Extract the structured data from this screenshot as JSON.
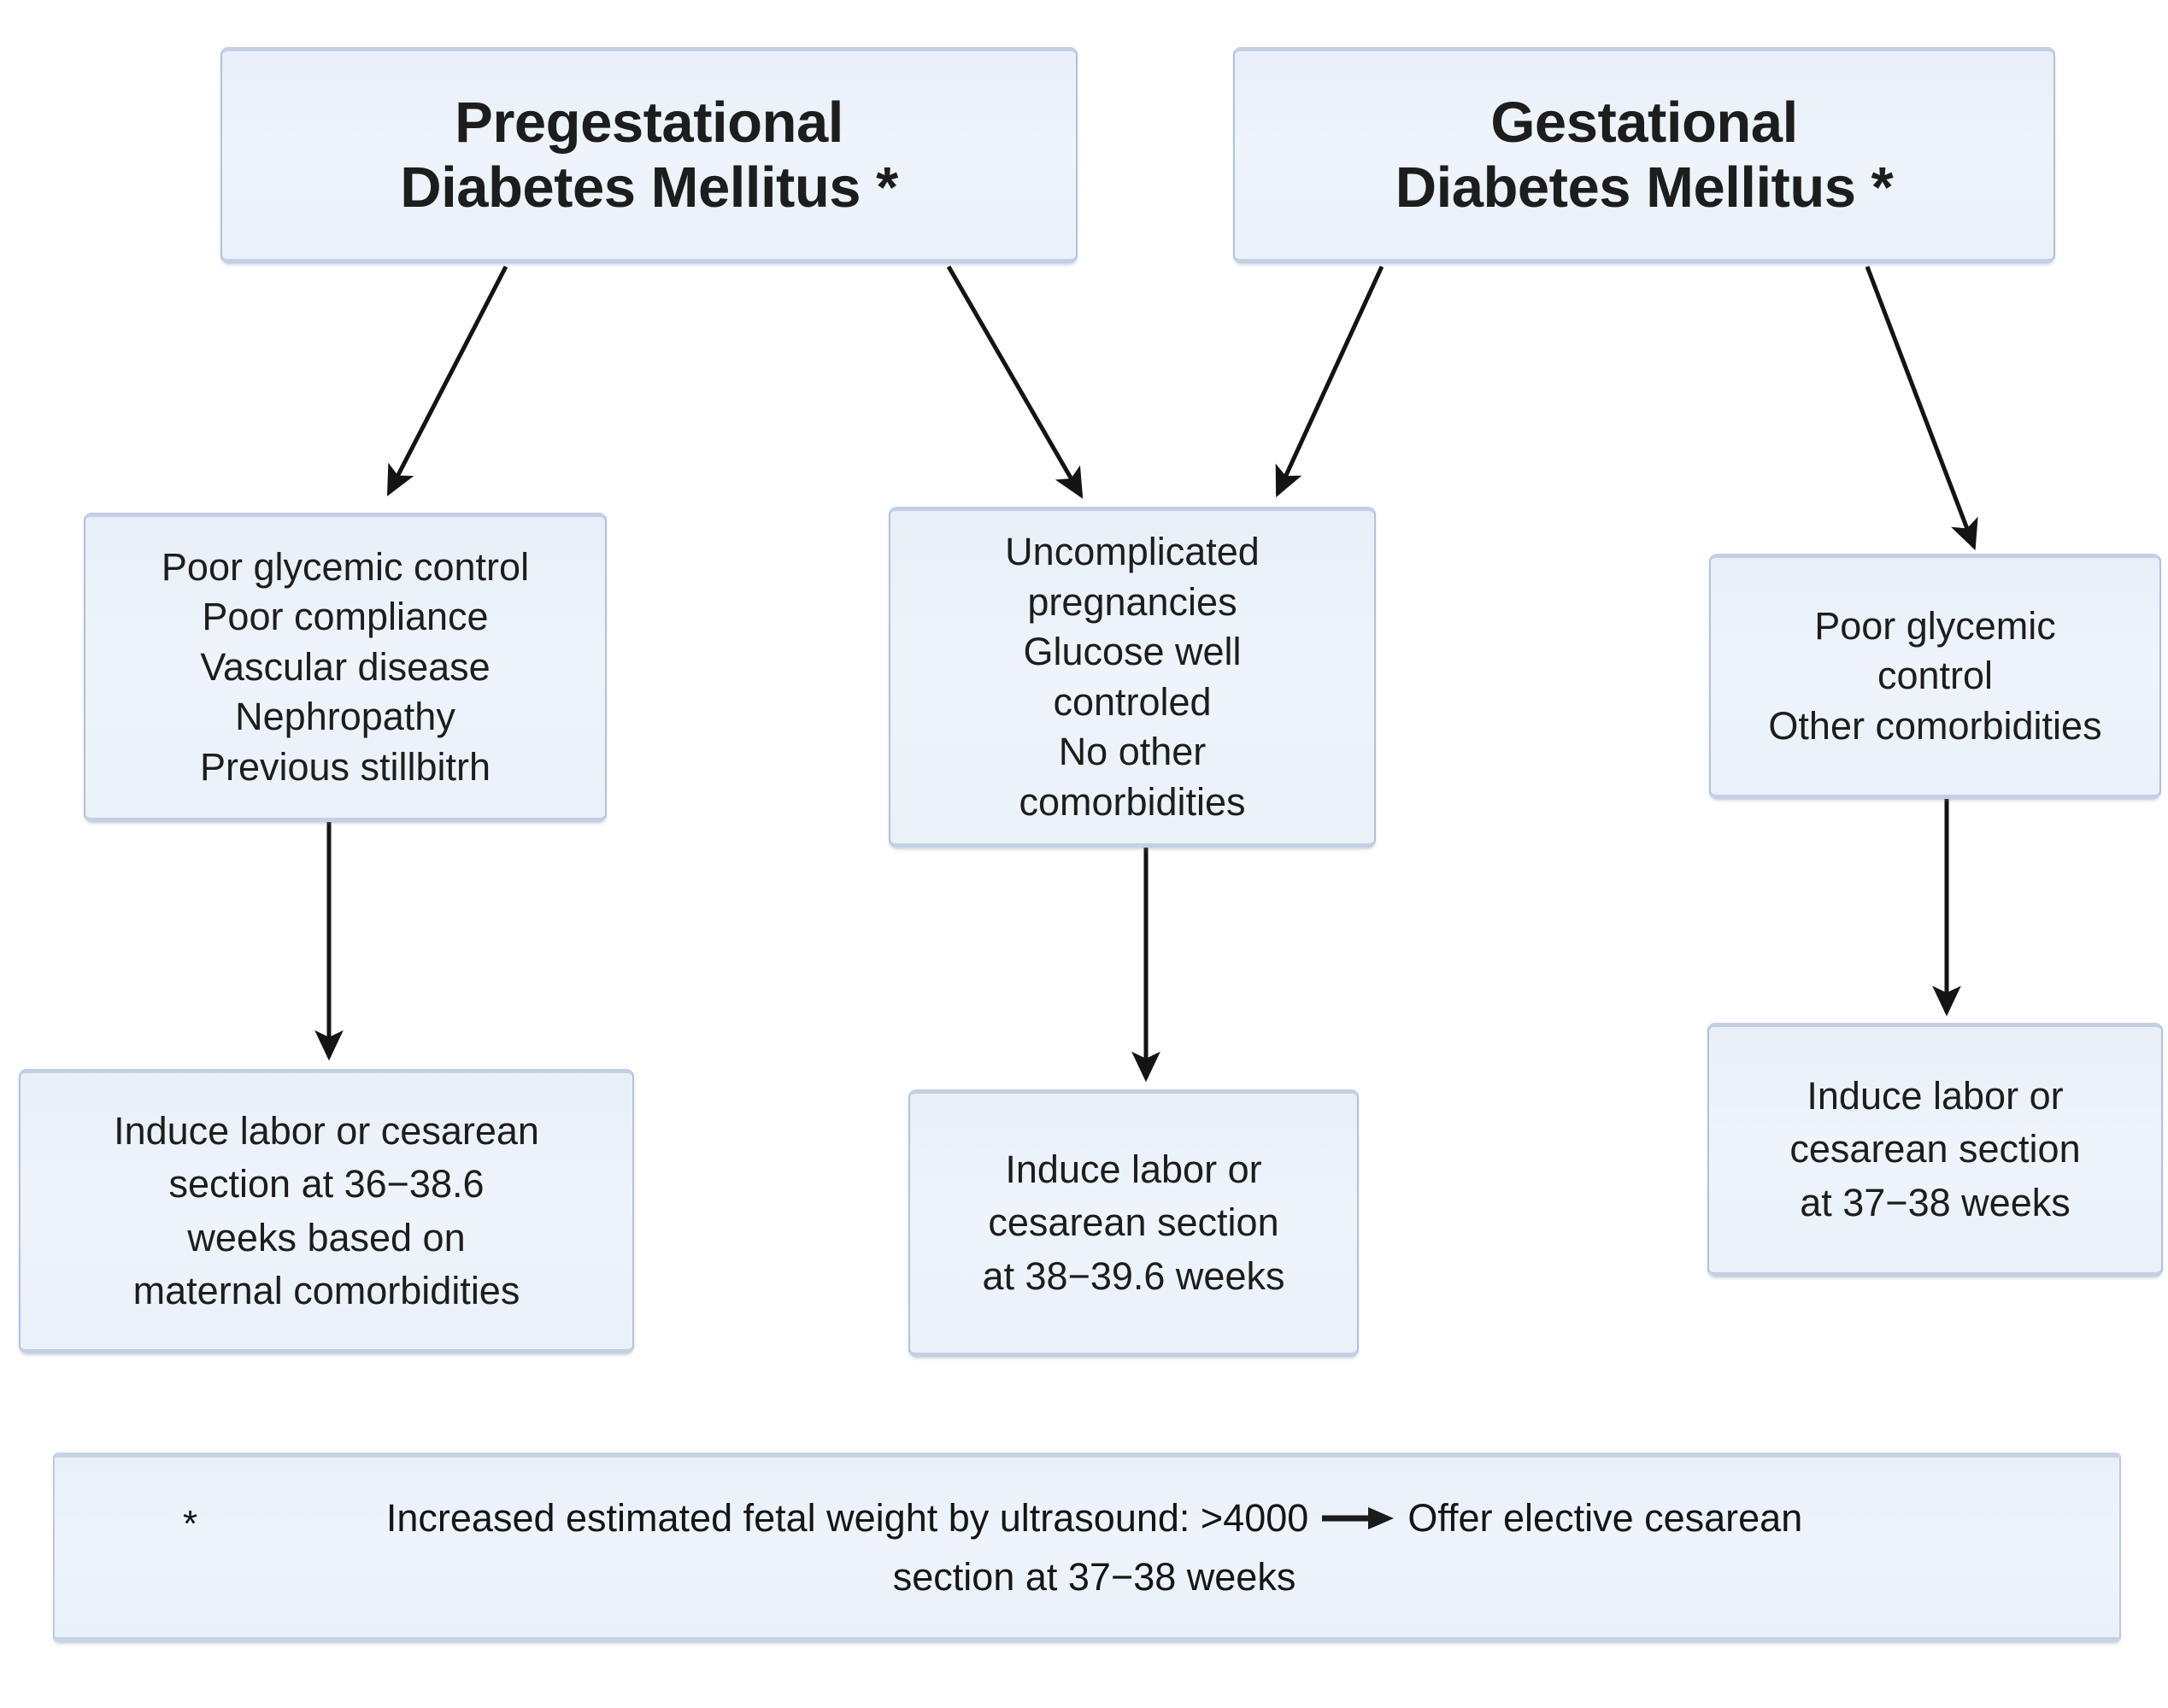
{
  "diagram": {
    "title_alt": "Delivery timing algorithm for diabetes in pregnancy",
    "accent_fill": "#eaf1f8",
    "accent_border": "#b2c2db",
    "connector_color": "#1a1a1a",
    "text_color": "#1d1d1d"
  },
  "top_nodes": [
    {
      "id": "pregestational",
      "label": "Pregestational\nDiabetes Mellitus *"
    },
    {
      "id": "gestational",
      "label": "Gestational\nDiabetes Mellitus *"
    }
  ],
  "criteria_nodes": [
    {
      "id": "pgdm-complicated",
      "label": "Poor glycemic control\nPoor compliance\nVascular disease\nNephropathy\nPrevious stillbitrh",
      "lines": [
        "Poor glycemic control",
        "Poor compliance",
        "Vascular disease",
        "Nephropathy",
        "Previous stillbitrh"
      ]
    },
    {
      "id": "uncomplicated",
      "label": "Uncomplicated\npregnancies\nGlucose well\ncontroled\nNo other\ncomorbidities",
      "lines": [
        "Uncomplicated",
        "pregnancies",
        "Glucose well",
        "controled",
        "No other",
        "comorbidities"
      ]
    },
    {
      "id": "gdm-complicated",
      "label": "Poor glycemic\ncontrol\nOther comorbidities",
      "lines": [
        "Poor glycemic",
        "control",
        "Other comorbidities"
      ]
    }
  ],
  "outcome_nodes": [
    {
      "id": "outcome-36-38",
      "label": "Induce labor or cesarean\nsection at 36−38.6\nweeks based on\nmaternal comorbidities",
      "weeks": "36−38.6"
    },
    {
      "id": "outcome-38-39",
      "label": "Induce labor or\ncesarean section\nat 38−39.6 weeks",
      "weeks": "38−39.6"
    },
    {
      "id": "outcome-37-38",
      "label": "Induce labor or\ncesarean section\nat 37−38 weeks",
      "weeks": "37−38"
    }
  ],
  "footnote": {
    "marker": "*",
    "text_before_arrow": "Increased estimated fetal weight by ultrasound: >4000",
    "arrow_glyph": "⟶",
    "text_after_arrow": "Offer elective cesarean",
    "second_line": "section at 37−38 weeks",
    "full_text": "* Increased estimated fetal weight by ultrasound: >4000 ⟶ Offer elective cesarean section at 37−38 weeks"
  },
  "edges": [
    {
      "from": "pregestational",
      "to": "pgdm-complicated"
    },
    {
      "from": "pregestational",
      "to": "uncomplicated"
    },
    {
      "from": "gestational",
      "to": "uncomplicated"
    },
    {
      "from": "gestational",
      "to": "gdm-complicated"
    },
    {
      "from": "pgdm-complicated",
      "to": "outcome-36-38"
    },
    {
      "from": "uncomplicated",
      "to": "outcome-38-39"
    },
    {
      "from": "gdm-complicated",
      "to": "outcome-37-38"
    }
  ]
}
